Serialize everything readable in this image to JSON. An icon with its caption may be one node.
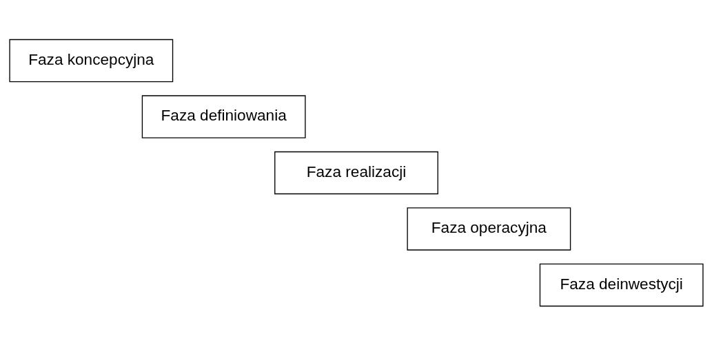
{
  "diagram": {
    "nodes": [
      {
        "text": [
          "Faza koncepcyjna"
        ]
      },
      {
        "text": [
          "Faza definiowania"
        ]
      },
      {
        "text": [
          "Faza realizacji"
        ]
      },
      {
        "text": [
          "Faza operacyjna"
        ]
      },
      {
        "text": [
          "Faza deinwestycji"
        ]
      }
    ]
  }
}
